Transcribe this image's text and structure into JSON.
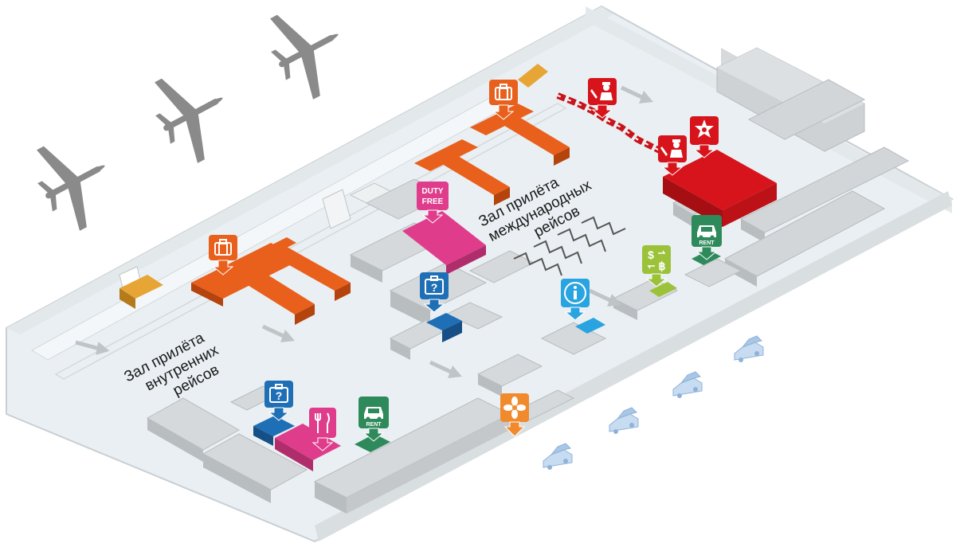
{
  "zones": {
    "domestic_arrivals": [
      "Зал прилёта",
      "внутренних",
      "рейсов"
    ],
    "international_arrivals": [
      "Зал прилёта",
      "международных",
      "рейсов"
    ]
  },
  "badges": {
    "duty_free": [
      "DUTY",
      "FREE"
    ],
    "rent": "RENT"
  },
  "icons": {
    "baggage_claim": "luggage-icon",
    "lost_baggage": "lost-luggage-question-icon",
    "restaurant": "fork-knife-icon",
    "car_rental": "car-icon",
    "currency_exchange": "currency-exchange-icon",
    "information": "info-icon",
    "passport_control": "passport-control-officer-icon",
    "customs": "customs-star-icon",
    "flowers": "flower-icon",
    "airplane": "airplane-icon",
    "taxi": "car-icon"
  },
  "colors": {
    "baggage": "#e8601c",
    "lost_baggage": "#1e6fb6",
    "restaurant": "#df3d8b",
    "duty_free": "#df3d8b",
    "rent": "#2f8a5b",
    "exchange": "#9cc23a",
    "info": "#2aa4e0",
    "control": "#d7141b",
    "flowers": "#f08a2c",
    "airplane": "#8a8a8a",
    "taxi": "#b6d2ec",
    "floor": "#e9eff2",
    "wall": "#cfd2d4"
  }
}
